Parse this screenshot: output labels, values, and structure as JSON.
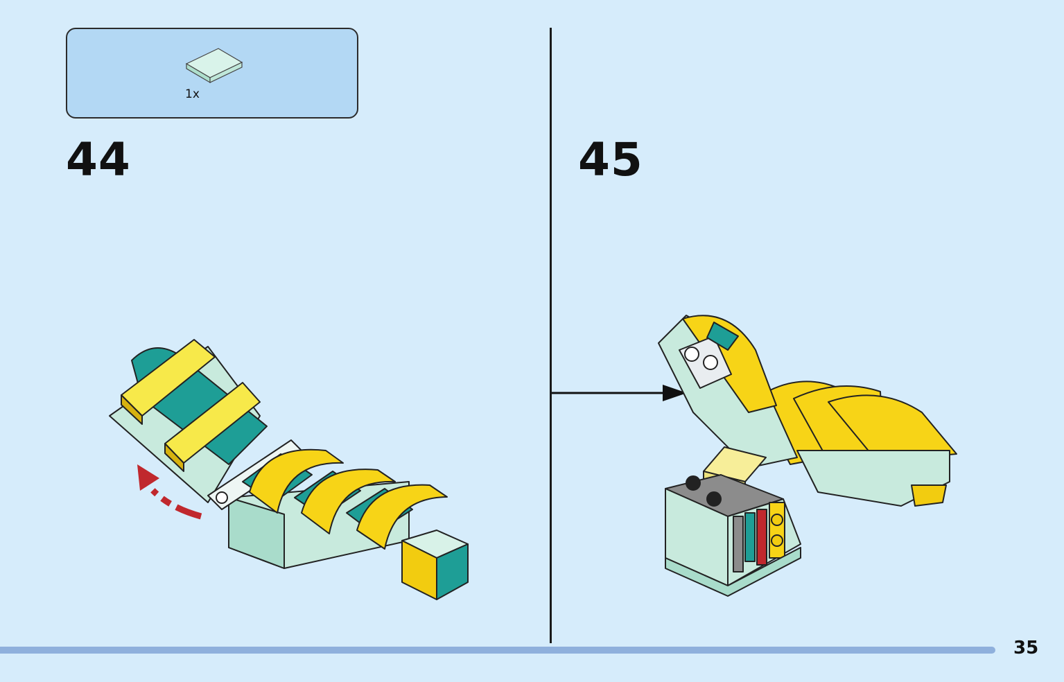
{
  "parts": {
    "items": [
      {
        "icon": "tile-2x2-light-aqua-icon",
        "qty": "1x",
        "color": "#cdeee2"
      }
    ]
  },
  "steps": [
    {
      "number": "44"
    },
    {
      "number": "45"
    }
  ],
  "page": {
    "number": "35"
  },
  "colors": {
    "background": "#d6ecfb",
    "parts_box": "#b3d8f4",
    "yellow": "#f7d417",
    "teal": "#1e9e96",
    "aqua": "#cdeee2",
    "red": "#c0282d",
    "footer_bar": "#8fb0dc"
  }
}
